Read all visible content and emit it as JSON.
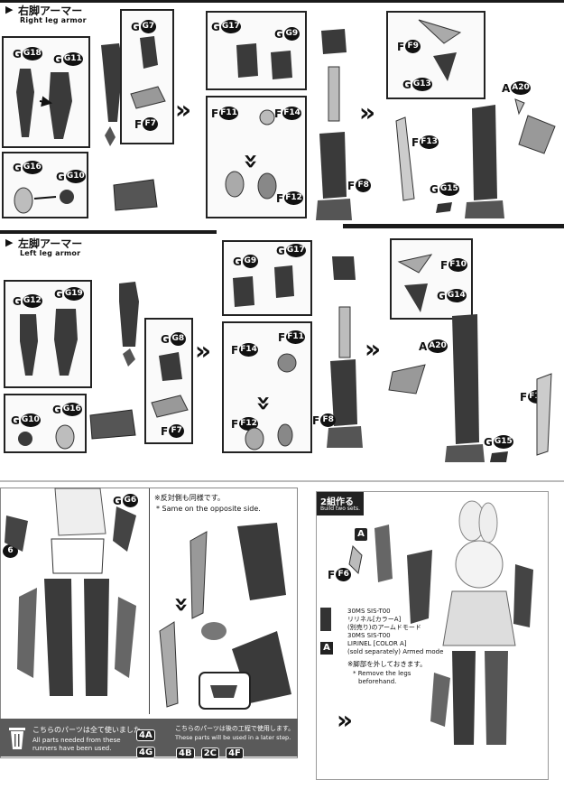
{
  "right_section": {
    "title_jp": "右脚アーマー",
    "title_en": "Right leg armor",
    "panel1": {
      "labels": [
        "G18",
        "G11",
        "G7",
        "F7",
        "G16",
        "G10"
      ]
    },
    "panel2": {
      "labels": [
        "G17",
        "G9",
        "F11",
        "F14",
        "F12",
        "F8"
      ]
    },
    "panel3": {
      "labels": [
        "F9",
        "G13",
        "A20",
        "F13",
        "G15"
      ]
    }
  },
  "left_section": {
    "title_jp": "左脚アーマー",
    "title_en": "Left leg armor",
    "panel1": {
      "labels": [
        "G12",
        "G19",
        "G8",
        "F7",
        "G10",
        "G16"
      ]
    },
    "panel2": {
      "labels": [
        "G9",
        "G17",
        "F14",
        "F11",
        "F12",
        "F8"
      ]
    },
    "panel3": {
      "labels": [
        "F10",
        "G14",
        "A20",
        "F13",
        "G15"
      ]
    }
  },
  "bottom_left": {
    "labels": [
      "G6",
      "6"
    ],
    "note_jp": "※反対側も同様です。",
    "note_en": "* Same on the opposite side.",
    "used_jp": "こちらのパーツは全て使いました。",
    "used_en_1": "All parts needed from these",
    "used_en_2": "runners have been used.",
    "used_codes": [
      "4A",
      "4G"
    ],
    "later_jp": "こちらのパーツは後の工程で使用します。",
    "later_en": "These parts will be used in a later step.",
    "later_codes": [
      "4B",
      "2C",
      "4F"
    ]
  },
  "bottom_right": {
    "header_jp": "2組作る",
    "header_en": "Build two sets.",
    "labels": [
      "A",
      "F6"
    ],
    "product_1": "30MS SIS-T00",
    "product_2": "リリネル[カラーA]",
    "product_3": "(別売り)のアームドモード",
    "product_4": "30MS SIS-T00",
    "product_5": "LIRINEL [COLOR A]",
    "product_6": "(sold separately) Armed mode",
    "a_mark": "A",
    "remove_jp": "※脚部を外しておきます。",
    "remove_en_1": "* Remove the legs",
    "remove_en_2": "beforehand."
  },
  "colors": {
    "dark": "#1a1a1a",
    "part": "#3a3a3a",
    "light_part": "#bdbdbd",
    "bar": "#5a5a5a"
  }
}
